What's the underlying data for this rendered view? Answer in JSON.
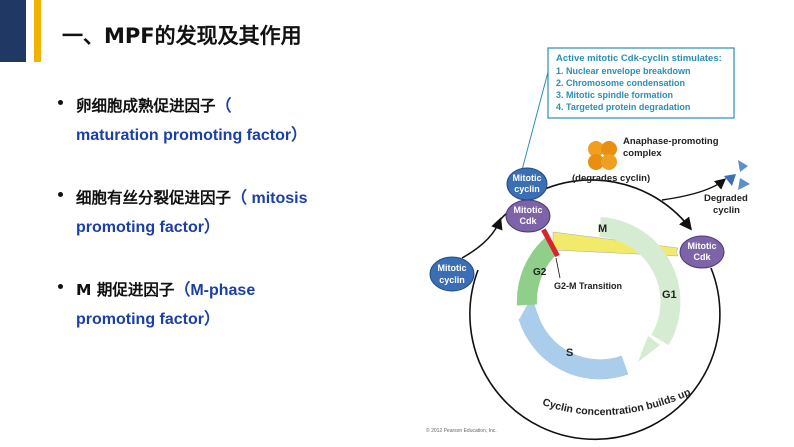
{
  "title": "一、MPF的发现及其作用",
  "bullets": [
    {
      "line1_zh": "卵细胞成熟促进因子",
      "line1_en": "（",
      "line2_en": "maturation promoting factor）"
    },
    {
      "line1_zh": "细胞有丝分裂促进因子",
      "line1_en": "（ mitosis",
      "line2_en": "promoting factor）"
    },
    {
      "line1_zh": "M 期促进因子",
      "line1_en": "（M-phase",
      "line2_en": "promoting factor）"
    }
  ],
  "diagram": {
    "stimulates_title": "Active mitotic Cdk-cyclin stimulates:",
    "stimulates_items": [
      "1.  Nuclear envelope breakdown",
      "2.  Chromosome condensation",
      "3.  Mitotic spindle formation",
      "4.  Targeted protein degradation"
    ],
    "apc_line1": "Anaphase-promoting",
    "apc_line2": "complex",
    "degrades": "(degrades cyclin)",
    "degraded_cyclin_line1": "Degraded",
    "degraded_cyclin_line2": "cyclin",
    "mitotic_word": "Mitotic",
    "cyclin_word": "cyclin",
    "cdk_word": "Cdk",
    "phase_m": "M",
    "phase_g1": "G1",
    "phase_s": "S",
    "phase_g2": "G2",
    "transition": "G2-M Transition",
    "buildup": "Cyclin concentration builds up",
    "copyright": "© 2012 Pearson Education, Inc.",
    "colors": {
      "cyclin": "#3a6fb5",
      "cdk": "#7d63a8",
      "apc": "#f0a020",
      "m_phase": "#f2ea6a",
      "g1_phase": "#d6ecd2",
      "s_phase": "#a9cdea",
      "g2_phase": "#8fcf8a",
      "callout": "#2a8fb8",
      "transition_bar": "#d9232e"
    }
  }
}
